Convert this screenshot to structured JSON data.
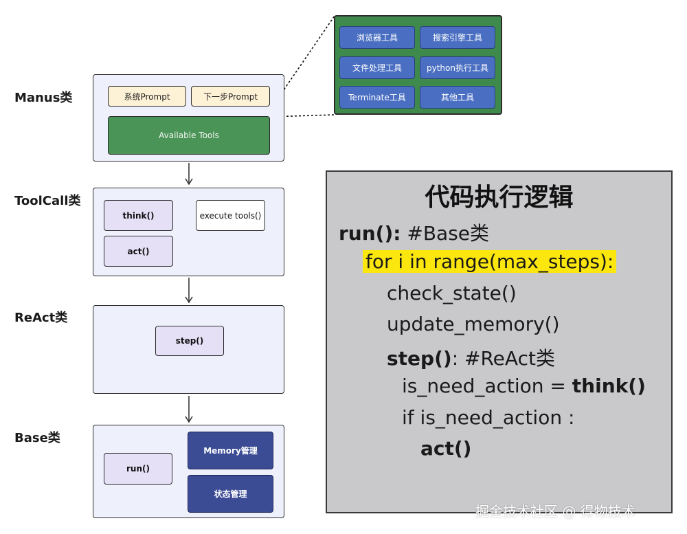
{
  "labels": {
    "manus": "Manus类",
    "toolcall": "ToolCall类",
    "react": "ReAct类",
    "base": "Base类"
  },
  "manus": {
    "system_prompt": "系统Prompt",
    "next_step_prompt": "下一步Prompt",
    "available_tools": "Available Tools"
  },
  "tools": [
    "浏览器工具",
    "搜索引擎工具",
    "文件处理工具",
    "python执行工具",
    "Terminate工具",
    "其他工具"
  ],
  "toolcall": {
    "think": "think()",
    "act": "act()",
    "execute_tools": "execute tools()"
  },
  "react": {
    "step": "step()"
  },
  "base": {
    "run": "run()",
    "memory": "Memory管理",
    "state": "状态管理"
  },
  "code": {
    "title": "代码执行逻辑",
    "line1_kw": "run():",
    "line1_rest": " #Base类",
    "line2": "for i in range(max_steps):",
    "line3": "check_state()",
    "line4": "update_memory()",
    "line5_kw": "step()",
    "line5_rest": ":  #ReAct类",
    "line6_rest": "is_need_action = ",
    "line6_kw": "think()",
    "line7": "if is_need_action :",
    "line8_kw": "act()"
  },
  "watermark": "掘金技术社区 @ 得物技术",
  "colors": {
    "layer_bg": "#eef0fb",
    "tools_green": "#3e8a4c",
    "tool_blue": "#4a6fc2",
    "navy": "#3b4b94",
    "code_bg": "#c9c9cc",
    "highlight": "#fbe60e"
  }
}
